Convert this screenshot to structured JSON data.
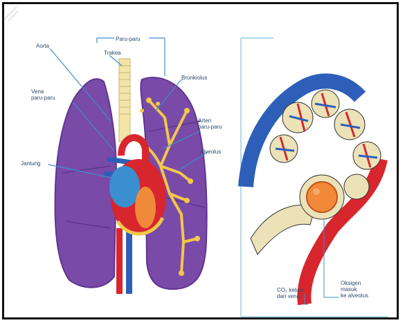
{
  "labels": {
    "paru_paru": "Paru-paru",
    "trakea": "Trakea",
    "aorta": "Aorta",
    "vena_paru": "Vena\nparu-paru",
    "jantung": "Jantung",
    "bronkiolus": "Bronkiolus",
    "arteri_paru": "Arteri\nparu-paru",
    "alveolus": "Alveolus",
    "co2": "CO₂ keluar\ndari vena",
    "oksigen": "Oksigen\nmasuk\nke alveolus"
  },
  "colors": {
    "lung": "#7a4aa8",
    "lung_dark": "#5e3690",
    "vein": "#2e5fb8",
    "artery": "#d8262e",
    "bronchi": "#f0c84a",
    "trachea": "#f3e4a8",
    "label": "#2b4a6b",
    "pointer": "#3a8fd0"
  }
}
